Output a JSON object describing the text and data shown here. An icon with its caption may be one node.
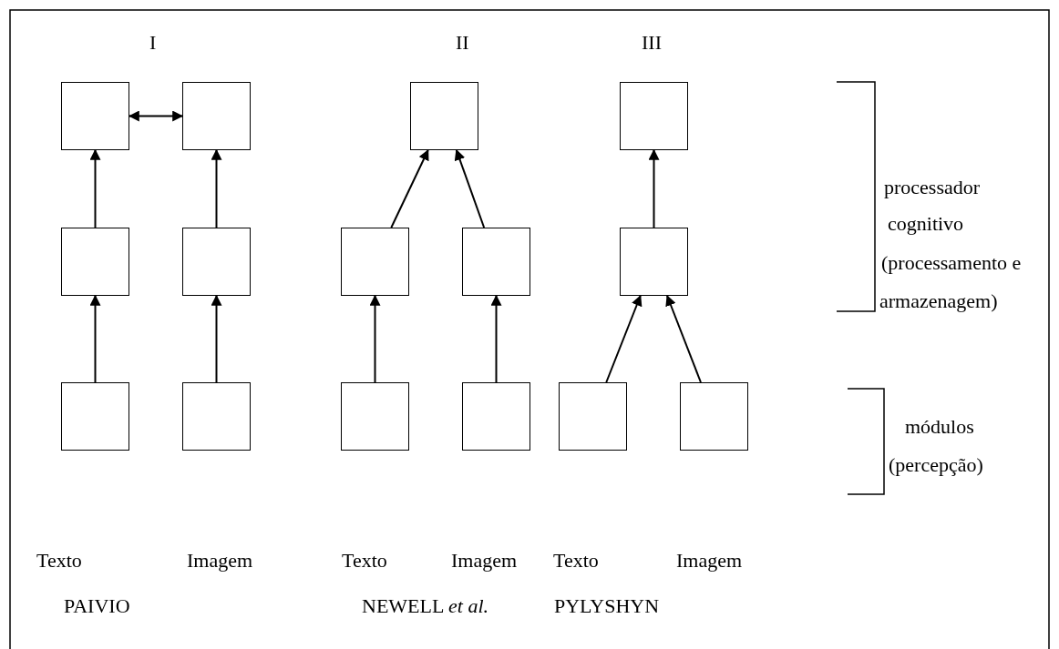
{
  "diagram": {
    "nodes": [
      {
        "text": [],
        "shape": "box"
      },
      {
        "text": [],
        "shape": "box"
      },
      {
        "text": [],
        "shape": "box"
      },
      {
        "text": [],
        "shape": "box"
      },
      {
        "text": [],
        "shape": "box"
      },
      {
        "text": [],
        "shape": "box"
      },
      {
        "text": [],
        "shape": "box"
      },
      {
        "text": [],
        "shape": "box"
      },
      {
        "text": [],
        "shape": "box"
      },
      {
        "text": [],
        "shape": "box"
      },
      {
        "text": [],
        "shape": "box"
      },
      {
        "text": [],
        "shape": "box"
      },
      {
        "text": [],
        "shape": "box"
      },
      {
        "text": [],
        "shape": "box"
      },
      {
        "text": [],
        "shape": "box"
      }
    ],
    "edges": [
      {
        "from": 0,
        "to": 1,
        "arrow": "both"
      },
      {
        "from": 4,
        "to": 0,
        "arrow": "to"
      },
      {
        "from": 5,
        "to": 1,
        "arrow": "to"
      },
      {
        "from": 9,
        "to": 4,
        "arrow": "to"
      },
      {
        "from": 10,
        "to": 5,
        "arrow": "to"
      },
      {
        "from": 6,
        "to": 2,
        "arrow": "to"
      },
      {
        "from": 7,
        "to": 2,
        "arrow": "to"
      },
      {
        "from": 11,
        "to": 6,
        "arrow": "to"
      },
      {
        "from": 12,
        "to": 7,
        "arrow": "to"
      },
      {
        "from": 8,
        "to": 3,
        "arrow": "to"
      },
      {
        "from": 13,
        "to": 8,
        "arrow": "to"
      },
      {
        "from": 14,
        "to": 8,
        "arrow": "to"
      }
    ],
    "labels": [
      "I",
      "II",
      "III",
      "processador",
      "cognitivo",
      "(processamento e",
      "armazenagem)",
      "módulos",
      "(percepção)",
      "Texto",
      "Imagem",
      "Texto",
      "Imagem",
      "Texto",
      "Imagem",
      "PAIVIO",
      "NEWELL *et al.*",
      "PYLYSHYN"
    ]
  }
}
